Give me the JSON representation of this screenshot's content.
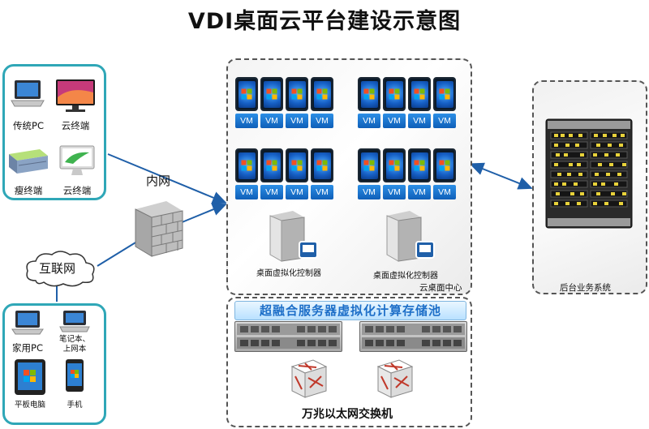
{
  "title": "VDI桌面云平台建设示意图",
  "client_panel_top": {
    "devices": [
      {
        "label": "传统PC",
        "icon": "laptop-icon"
      },
      {
        "label": "云终端",
        "icon": "monitor-icon"
      },
      {
        "label": "瘦终端",
        "icon": "thin-client-icon"
      },
      {
        "label": "云终端",
        "icon": "all-in-one-icon"
      }
    ]
  },
  "client_panel_bottom": {
    "devices": [
      {
        "label": "家用PC",
        "icon": "laptop-icon"
      },
      {
        "label_line1": "笔记本、",
        "label_line2": "上网本",
        "icon": "notebook-icon"
      },
      {
        "label": "平板电脑",
        "icon": "tablet-icon"
      },
      {
        "label": "手机",
        "icon": "phone-icon"
      }
    ]
  },
  "network": {
    "intranet_label": "内网",
    "internet_label": "互联网"
  },
  "cloud_center": {
    "label": "云桌面中心",
    "vm_label": "VM",
    "controllers": [
      {
        "label": "桌面虚拟化控制器"
      },
      {
        "label": "桌面虚拟化控制器"
      }
    ]
  },
  "storage": {
    "banner": "超融合服务器虚拟化计算存储池",
    "switch_label": "万兆以太网交换机"
  },
  "backend": {
    "label": "后台业务系统"
  },
  "colors": {
    "panel_border": "#2fa7b7",
    "vm_blue": "#1a74d6",
    "arrow_blue": "#1f5fa8",
    "banner_text": "#1e6fc8"
  }
}
